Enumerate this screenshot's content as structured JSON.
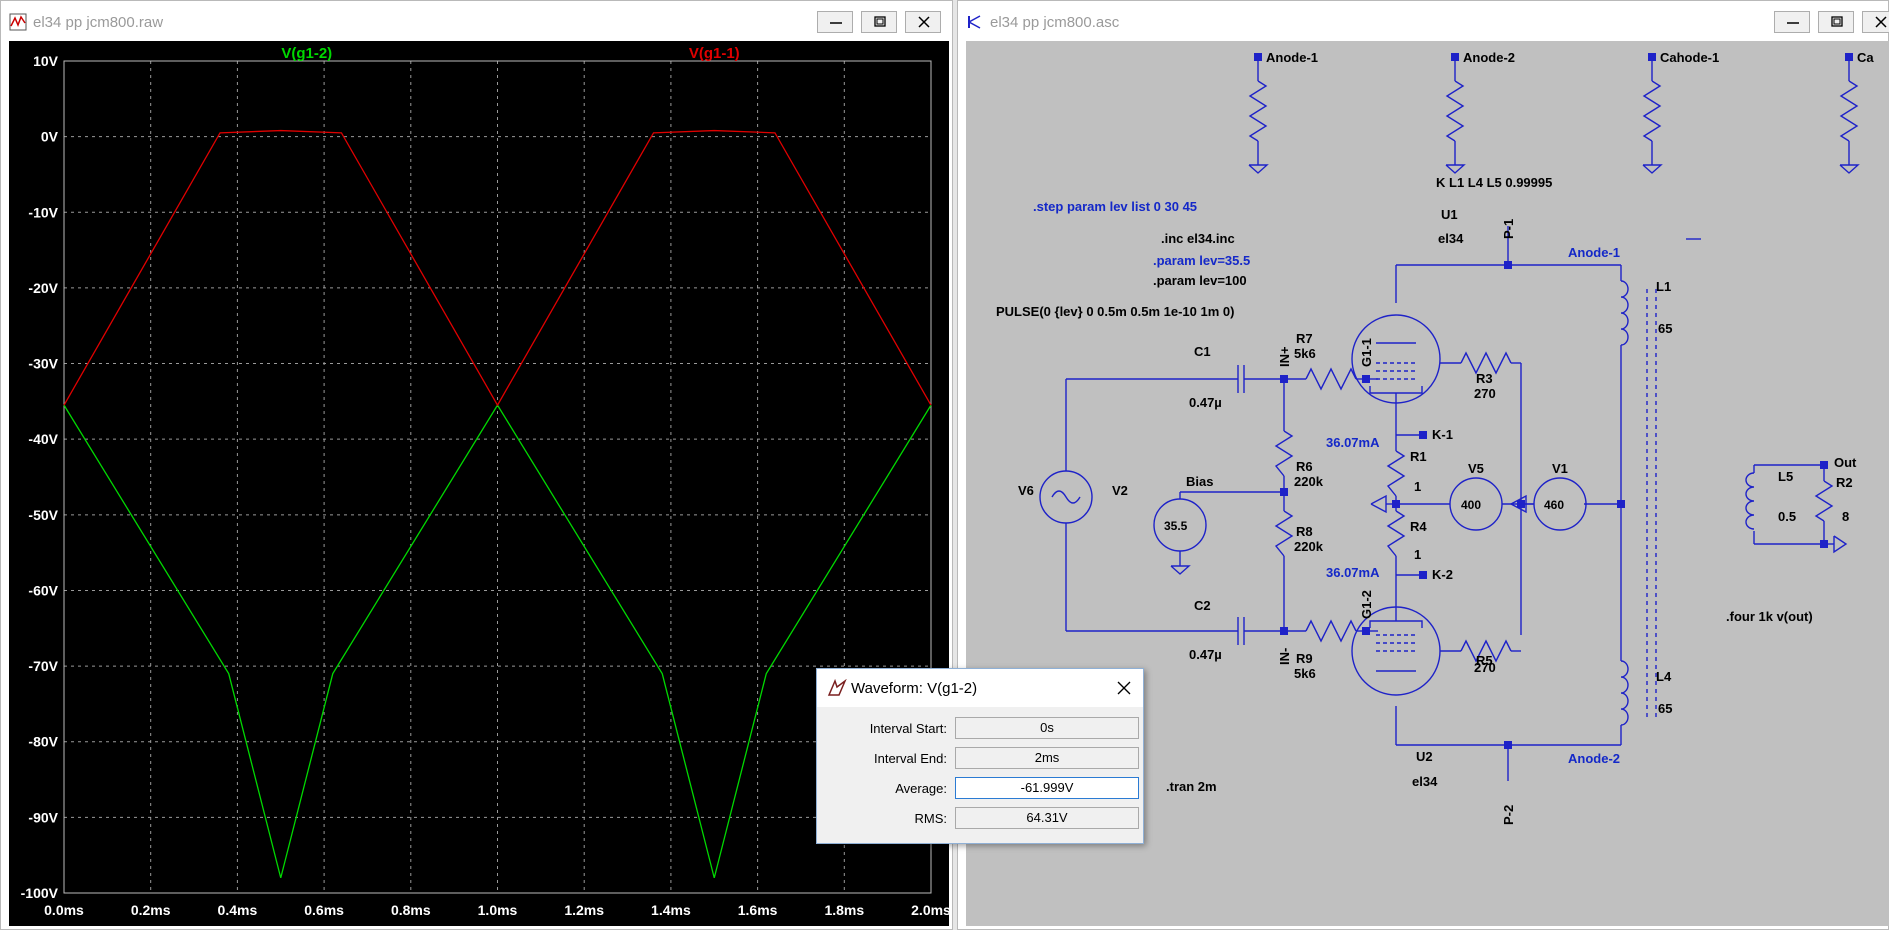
{
  "waveform_window": {
    "title": "el34 pp jcm800.raw",
    "buttons": {
      "minimize": "minimize",
      "maximize": "maximize",
      "close": "close"
    }
  },
  "schematic_window": {
    "title": "el34 pp jcm800.asc",
    "buttons": {
      "minimize": "minimize",
      "maximize": "maximize",
      "close": "close"
    }
  },
  "colors": {
    "trace_g12": "#00d800",
    "trace_g11": "#e00000",
    "grid": "#9a9a9a",
    "schematic_bg": "#c0c0c0",
    "wire": "#1e22c8",
    "directive": "#1428c8"
  },
  "chart_data": {
    "type": "line",
    "x_unit": "ms",
    "xlim": [
      0,
      2.0
    ],
    "ylim": [
      -100,
      10
    ],
    "x_ticks": [
      "0.0ms",
      "0.2ms",
      "0.4ms",
      "0.6ms",
      "0.8ms",
      "1.0ms",
      "1.2ms",
      "1.4ms",
      "1.6ms",
      "1.8ms",
      "2.0ms"
    ],
    "y_ticks": [
      "10V",
      "0V",
      "-10V",
      "-20V",
      "-30V",
      "-40V",
      "-50V",
      "-60V",
      "-70V",
      "-80V",
      "-90V",
      "-100V"
    ],
    "y_tick_values": [
      10,
      0,
      -10,
      -20,
      -30,
      -40,
      -50,
      -60,
      -70,
      -80,
      -90,
      -100
    ],
    "x_tick_values": [
      0,
      0.2,
      0.4,
      0.6,
      0.8,
      1.0,
      1.2,
      1.4,
      1.6,
      1.8,
      2.0
    ],
    "grid": true,
    "series": [
      {
        "name": "V(g1-2)",
        "x": [
          0,
          0.38,
          0.5,
          0.62,
          1.0,
          1.38,
          1.5,
          1.62,
          2.0
        ],
        "y": [
          -35.5,
          -71,
          -98,
          -71,
          -35.5,
          -71,
          -98,
          -71,
          -35.5
        ]
      },
      {
        "name": "V(g1-1)",
        "x": [
          0,
          0.36,
          0.5,
          0.64,
          1.0,
          1.36,
          1.5,
          1.64,
          2.0
        ],
        "y": [
          -35.5,
          0.5,
          0.8,
          0.5,
          -35.5,
          0.5,
          0.8,
          0.5,
          -35.5
        ]
      }
    ]
  },
  "schematic": {
    "nets_top": [
      "Anode-1",
      "Anode-2",
      "Cahode-1",
      "Ca"
    ],
    "directives": {
      "coupling": "K L1 L4 L5  0.99995",
      "step": ".step param lev list 0 30 45",
      "inc": ".inc el34.inc",
      "param1": ".param lev=35.5",
      "param2": ".param lev=100",
      "pulse": "PULSE(0 {lev} 0 0.5m 0.5m 1e-10 1m 0)",
      "tran": ".tran 2m",
      "four": ".four 1k v(out)"
    },
    "labels": {
      "u1": "U1",
      "u1_model": "el34",
      "u2": "U2",
      "u2_model": "el34",
      "p1": "P-1",
      "p2": "P-2",
      "anode1": "Anode-1",
      "anode2": "Anode-2",
      "l1": "L1",
      "l1_val": "65",
      "l4": "L4",
      "l4_val": "65",
      "l5": "L5",
      "l5_val": "0.5",
      "r2": "R2",
      "r2_val": "8",
      "out": "Out",
      "c1": "C1",
      "c1_val": "0.47µ",
      "c2": "C2",
      "c2_val": "0.47µ",
      "inp": "IN+",
      "inn": "IN-",
      "r7": "R7",
      "r7_val": "5k6",
      "r9": "R9",
      "r9_val": "5k6",
      "g11": "G1-1",
      "g12": "G1-2",
      "r3": "R3",
      "r3_val": "270",
      "r5": "R5",
      "r5_val": "270",
      "k1": "K-1",
      "k2": "K-2",
      "cur1": "36.07mA",
      "cur2": "36.07mA",
      "r1": "R1",
      "r1_val": "1",
      "r4": "R4",
      "r4_val": "1",
      "v5": "V5",
      "v5_val": "400",
      "v1": "V1",
      "v1_val": "460",
      "v6": "V6",
      "v2": "V2",
      "v2_val": "35.5",
      "bias": "Bias",
      "r6": "R6",
      "r6_val": "220k",
      "r8": "R8",
      "r8_val": "220k"
    }
  },
  "dialog": {
    "title": "Waveform: V(g1-2)",
    "rows": [
      {
        "label": "Interval Start:",
        "value": "0s"
      },
      {
        "label": "Interval End:",
        "value": "2ms"
      },
      {
        "label": "Average:",
        "value": "-61.999V"
      },
      {
        "label": "RMS:",
        "value": "64.31V"
      }
    ]
  }
}
